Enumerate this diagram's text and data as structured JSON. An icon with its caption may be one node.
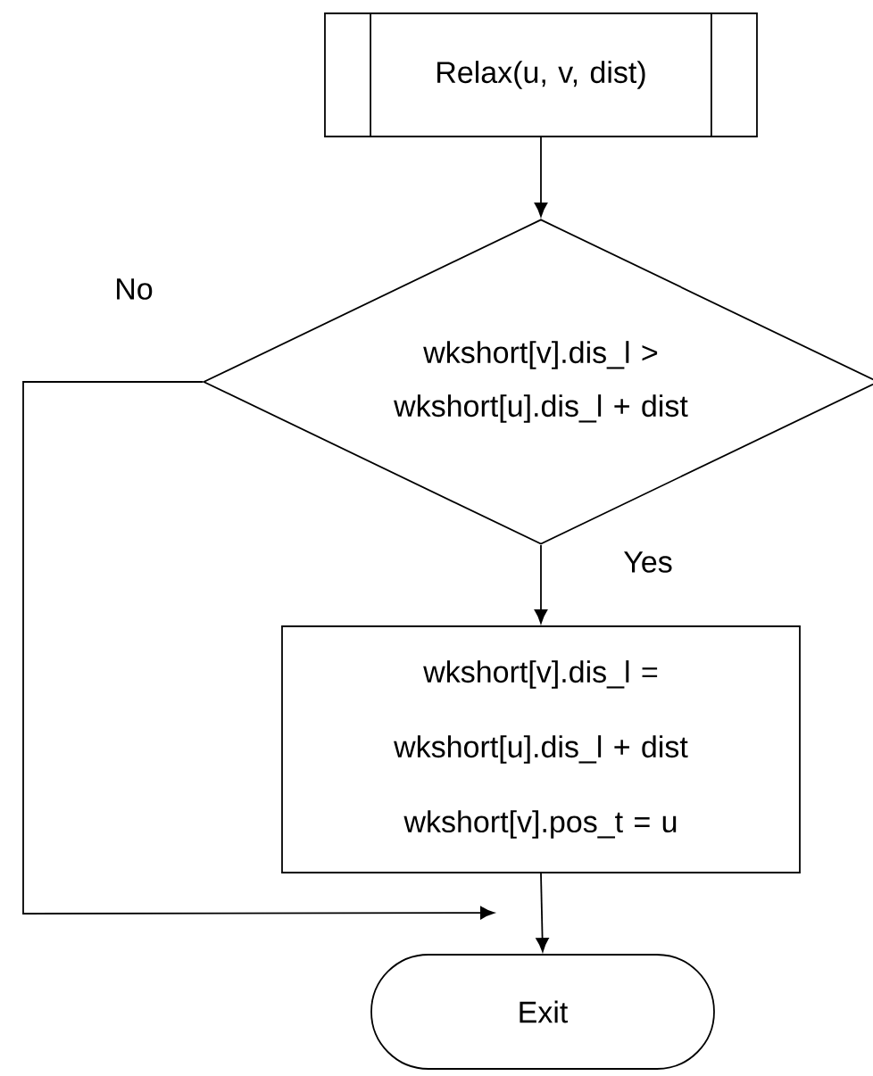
{
  "diagram": {
    "nodes": [
      {
        "text": [
          "Relax(u, v, dist)"
        ]
      },
      {
        "text": [
          "wkshort[v].dis_l > wkshort[u].dis_l + dist"
        ]
      },
      {
        "text": [
          "wkshort[v].dis_l = wkshort[u].dis_l + dist",
          "wkshort[v].pos_t = u"
        ]
      },
      {
        "text": [
          "Exit"
        ]
      }
    ],
    "edges": [
      {
        "from": 0,
        "to": 1,
        "arrow": "to"
      },
      {
        "from": 1,
        "to": 2,
        "label": "Yes",
        "arrow": "to"
      },
      {
        "from": 1,
        "to": 3,
        "label": "No",
        "arrow": "to"
      },
      {
        "from": 2,
        "to": 3,
        "arrow": "to"
      }
    ]
  }
}
